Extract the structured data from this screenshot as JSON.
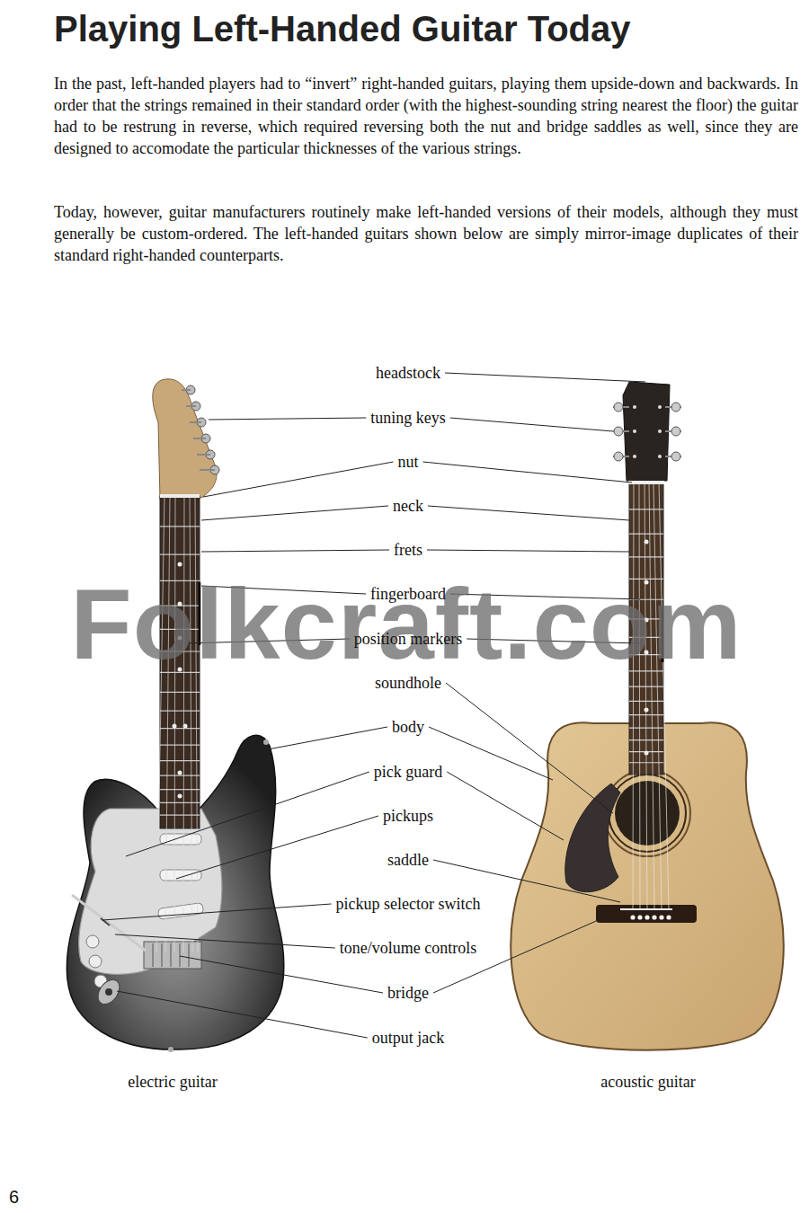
{
  "diagram": {
    "title": "Playing Left-Handed Guitar Today",
    "labels": [
      "In the past, left-handed players had to “invert” right-handed guitars, playing them upside-down and backwards. In order that the strings remained in their standard order (with the highest-sounding string nearest the floor) the guitar had to be restrung in reverse, which required reversing both the nut and bridge saddles as well, since they are designed to accomodate the particular thicknesses of the various strings.",
      "Today, however, guitar manufacturers routinely make left-handed versions of their models, although they must generally be custom-ordered. The left-handed guitars shown below are simply mirror-image duplicates of their standard right-handed counterparts.",
      "headstock",
      "tuning keys",
      "nut",
      "neck",
      "frets",
      "fingerboard",
      "position markers",
      "soundhole",
      "body",
      "pick guard",
      "pickups",
      "saddle",
      "pickup selector switch",
      "tone/volume controls",
      "bridge",
      "output jack",
      "electric guitar",
      "acoustic guitar",
      "Folkcraft.com",
      "6"
    ]
  }
}
